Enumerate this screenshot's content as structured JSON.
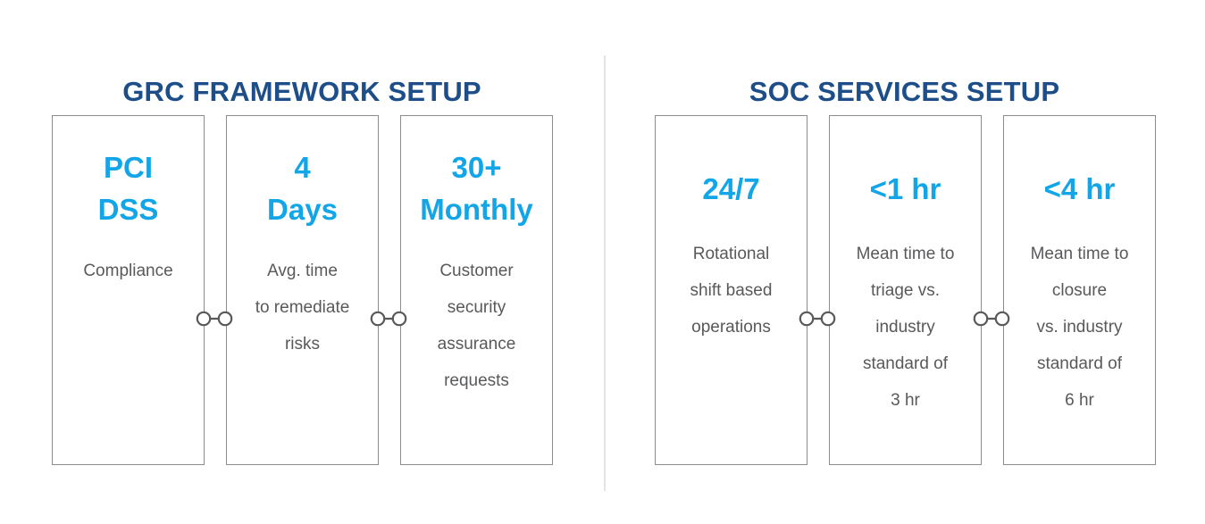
{
  "panels": [
    {
      "id": "grc-framework-setup",
      "title": "GRC FRAMEWORK SETUP",
      "cards": [
        {
          "stat": "PCI\nDSS",
          "desc": "Compliance"
        },
        {
          "stat": "4\nDays",
          "desc": "Avg. time\nto remediate\nrisks"
        },
        {
          "stat": "30+\nMonthly",
          "desc": "Customer\nsecurity\nassurance\nrequests"
        }
      ]
    },
    {
      "id": "soc-services-setup",
      "title": "SOC SERVICES SETUP",
      "cards": [
        {
          "stat": "24/7",
          "desc": "Rotational\nshift based\noperations"
        },
        {
          "stat": "<1 hr",
          "desc": "Mean time to\ntriage vs.\nindustry\nstandard of\n3 hr"
        },
        {
          "stat": "<4 hr",
          "desc": "Mean time to\nclosure\nvs. industry\nstandard of\n6 hr"
        }
      ]
    }
  ],
  "colors": {
    "title": "#1d4e89",
    "stat": "#12a5e7",
    "description": "#58595b",
    "card_border": "#8a8c8e",
    "divider": "#e3e4e6",
    "background": "#ffffff"
  }
}
